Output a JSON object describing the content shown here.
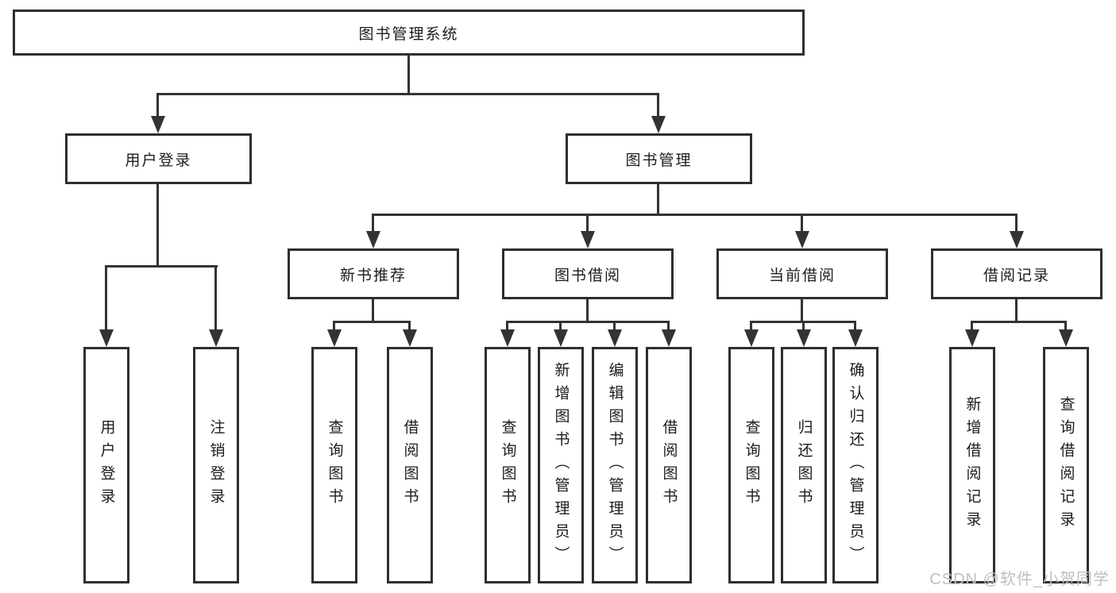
{
  "diagram": {
    "type": "hierarchy-tree",
    "background_color": "#ffffff",
    "line_color": "#333333",
    "box_border_color": "#2e2e2e",
    "text_color": "#1c1c1c",
    "watermark": {
      "text": "CSDN @软件_小贺同学",
      "color": "#c0c0c0"
    },
    "nodes": {
      "root": {
        "label": "图书管理系统"
      },
      "level2": [
        {
          "label": "用户登录"
        },
        {
          "label": "图书管理"
        }
      ],
      "level3": [
        {
          "label": "新书推荐",
          "parent": "图书管理"
        },
        {
          "label": "图书借阅",
          "parent": "图书管理"
        },
        {
          "label": "当前借阅",
          "parent": "图书管理"
        },
        {
          "label": "借阅记录",
          "parent": "图书管理"
        }
      ],
      "leaves": [
        {
          "label": "用户登录",
          "parent": "用户登录"
        },
        {
          "label": "注销登录",
          "parent": "用户登录"
        },
        {
          "label": "查询图书",
          "parent": "新书推荐"
        },
        {
          "label": "借阅图书",
          "parent": "新书推荐"
        },
        {
          "label": "查询图书",
          "parent": "图书借阅"
        },
        {
          "label": "新增图书（管理员）",
          "parent": "图书借阅"
        },
        {
          "label": "编辑图书（管理员）",
          "parent": "图书借阅"
        },
        {
          "label": "借阅图书",
          "parent": "图书借阅"
        },
        {
          "label": "查询图书",
          "parent": "当前借阅"
        },
        {
          "label": "归还图书",
          "parent": "当前借阅"
        },
        {
          "label": "确认归还（管理员）",
          "parent": "当前借阅"
        },
        {
          "label": "新增借阅记录",
          "parent": "借阅记录"
        },
        {
          "label": "查询借阅记录",
          "parent": "借阅记录"
        }
      ]
    }
  }
}
